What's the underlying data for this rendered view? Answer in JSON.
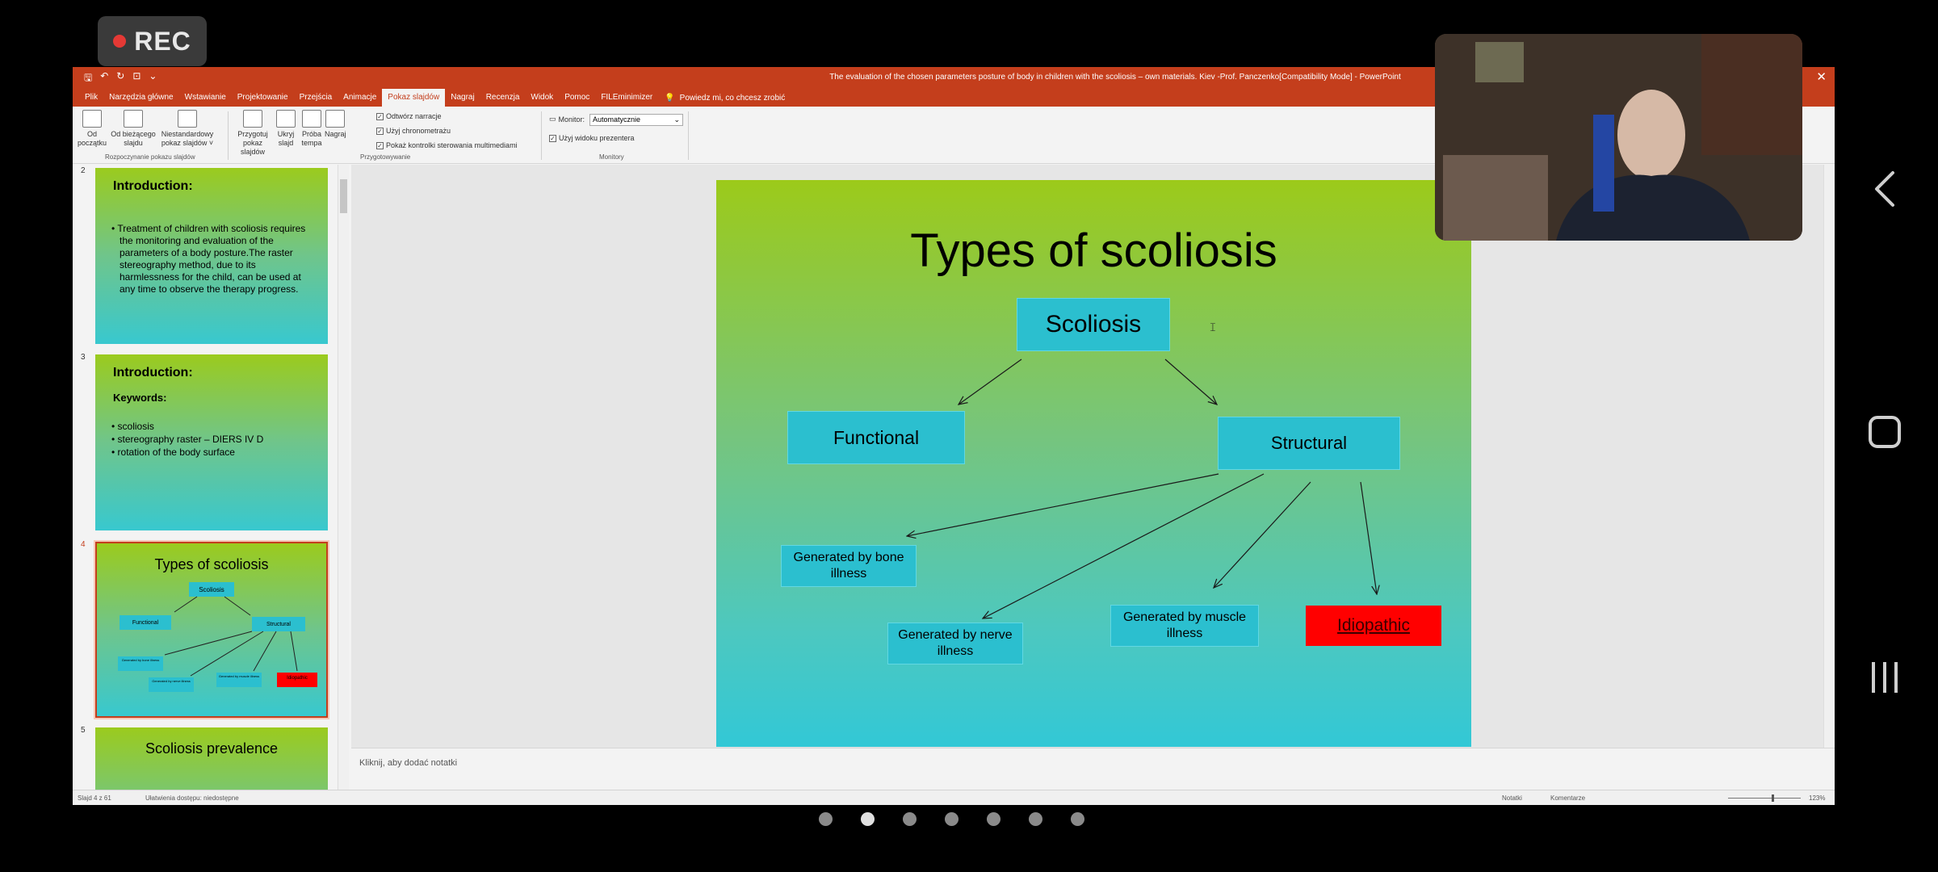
{
  "rec_label": "REC",
  "window": {
    "title": "The evaluation of the chosen parameters posture of body in children with the scoliosis – own materials. Kiev -Prof. Panczenko[Compatibility Mode] - PowerPoint",
    "close_glyph": "✕"
  },
  "tabs": [
    {
      "label": "Plik"
    },
    {
      "label": "Narzędzia główne"
    },
    {
      "label": "Wstawianie"
    },
    {
      "label": "Projektowanie"
    },
    {
      "label": "Przejścia"
    },
    {
      "label": "Animacje"
    },
    {
      "label": "Pokaz slajdów",
      "active": true
    },
    {
      "label": "Nagraj"
    },
    {
      "label": "Recenzja"
    },
    {
      "label": "Widok"
    },
    {
      "label": "Pomoc"
    },
    {
      "label": "FILEminimizer"
    }
  ],
  "tell_me": "Powiedz mi, co chcesz zrobić",
  "ribbon": {
    "from_beginning": "Od początku",
    "from_current": "Od bieżącego slajdu",
    "custom_show": "Niestandardowy pokaz slajdów ˅",
    "group_start": "Rozpoczynanie pokazu slajdów",
    "setup_show": "Przygotuj pokaz slajdów",
    "hide_slide": "Ukryj slajd",
    "rehearse": "Próba tempa",
    "record": "Nagraj",
    "play_narrations": "Odtwórz narracje",
    "use_timings": "Użyj chronometrażu",
    "show_media_controls": "Pokaż kontrolki sterowania multimediami",
    "group_setup": "Przygotowywanie",
    "monitor_label": "Monitor:",
    "monitor_value": "Automatycznie",
    "presenter_view": "Użyj widoku prezentera",
    "group_monitors": "Monitory"
  },
  "thumbnails": [
    {
      "number": "2",
      "title": "Introduction:",
      "bullets": [
        "Treatment of children with scoliosis requires the monitoring and evaluation of the parameters of a body posture.The raster stereography method, due to its harmlessness for the child, can be used at any time to observe the therapy progress."
      ]
    },
    {
      "number": "3",
      "title": "Introduction:",
      "keywords_label": "Keywords:",
      "bullets": [
        "scoliosis",
        "stereography raster – DIERS IV D",
        "rotation of the body surface"
      ]
    },
    {
      "number": "4",
      "title": "Types of scoliosis",
      "selected": true
    },
    {
      "number": "5",
      "title": "Scoliosis prevalence"
    }
  ],
  "slide": {
    "title": "Types of scoliosis",
    "nodes": {
      "root": "Scoliosis",
      "functional": "Functional",
      "structural": "Structural",
      "bone": "Generated by bone illness",
      "nerve": "Generated by nerve illness",
      "muscle": "Generated by muscle illness",
      "idiopathic": "Idiopathic"
    },
    "colors": {
      "box": "#2bbfcf",
      "idiopathic": "#ff0000"
    }
  },
  "notes_placeholder": "Kliknij, aby dodać notatki",
  "status": {
    "slide_info": "Slajd 4 z 61",
    "accessibility": "Ułatwienia dostępu: niedostępne",
    "notes": "Notatki",
    "comments": "Komentarze",
    "zoom": "123%"
  },
  "pager": {
    "count": 7,
    "active": 1
  }
}
